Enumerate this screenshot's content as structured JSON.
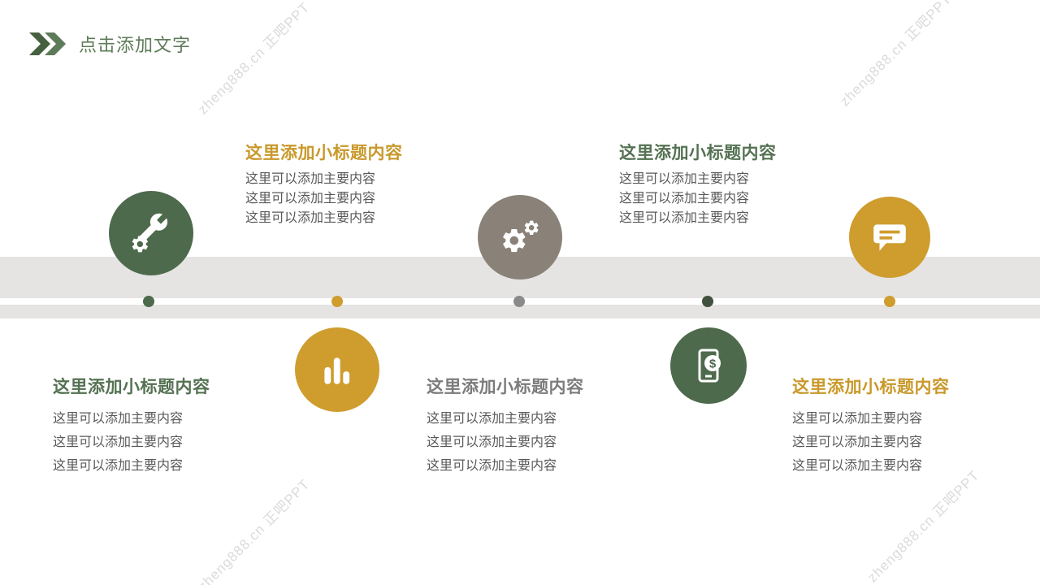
{
  "header": {
    "title": "点击添加文字"
  },
  "watermark": {
    "text": "zheng888.cn 正吧PPT"
  },
  "colors": {
    "green": "#4e6a4c",
    "green_title": "#557253",
    "gold": "#cf9d2e",
    "gold_title": "#c9992b",
    "taupe": "#8a8178",
    "gray_title": "#7c7c7c",
    "body_text": "#595959",
    "band": "#e5e4e2",
    "dot_gray": "#8a8a8a",
    "dot_dark_green": "#42513e",
    "watermark_gray": "#bdbdbd"
  },
  "circles": [
    {
      "icon": "wrench-icon"
    },
    {
      "icon": "bar-chart-icon"
    },
    {
      "icon": "gears-icon"
    },
    {
      "icon": "mobile-payment-icon"
    },
    {
      "icon": "chat-bubble-icon"
    }
  ],
  "blocks": [
    {
      "title": "这里添加小标题内容",
      "lines": [
        "这里可以添加主要内容",
        "这里可以添加主要内容",
        "这里可以添加主要内容"
      ]
    },
    {
      "title": "这里添加小标题内容",
      "lines": [
        "这里可以添加主要内容",
        "这里可以添加主要内容",
        "这里可以添加主要内容"
      ]
    },
    {
      "title": "这里添加小标题内容",
      "lines": [
        "这里可以添加主要内容",
        "这里可以添加主要内容",
        "这里可以添加主要内容"
      ]
    },
    {
      "title": "这里添加小标题内容",
      "lines": [
        "这里可以添加主要内容",
        "这里可以添加主要内容",
        "这里可以添加主要内容"
      ]
    },
    {
      "title": "这里添加小标题内容",
      "lines": [
        "这里可以添加主要内容",
        "这里可以添加主要内容",
        "这里可以添加主要内容"
      ]
    }
  ]
}
